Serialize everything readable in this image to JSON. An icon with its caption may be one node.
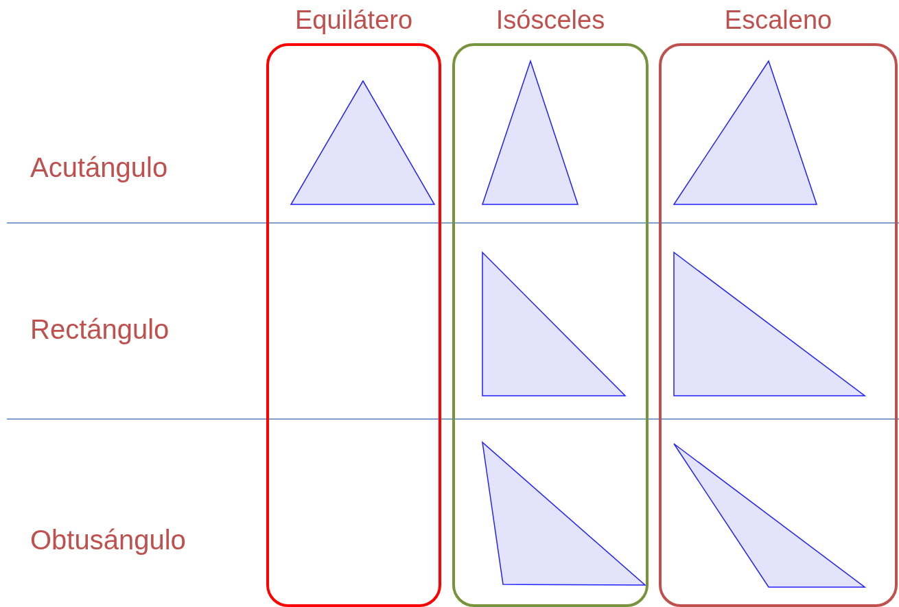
{
  "diagram": {
    "nodes": [
      {
        "text": [
          "Equilátero"
        ]
      },
      {
        "text": [
          "Isósceles"
        ]
      },
      {
        "text": [
          "Escaleno"
        ]
      },
      {
        "text": [],
        "shape": "triangle",
        "in": 0
      },
      {
        "text": [],
        "shape": "triangle",
        "in": 1
      },
      {
        "text": [],
        "shape": "triangle",
        "in": 1
      },
      {
        "text": [],
        "shape": "triangle",
        "in": 1
      },
      {
        "text": [],
        "shape": "triangle",
        "in": 2
      },
      {
        "text": [],
        "shape": "triangle",
        "in": 2
      },
      {
        "text": [],
        "shape": "triangle",
        "in": 2
      }
    ],
    "labels": [
      "Acutángulo",
      "Rectángulo",
      "Obtusángulo"
    ]
  }
}
